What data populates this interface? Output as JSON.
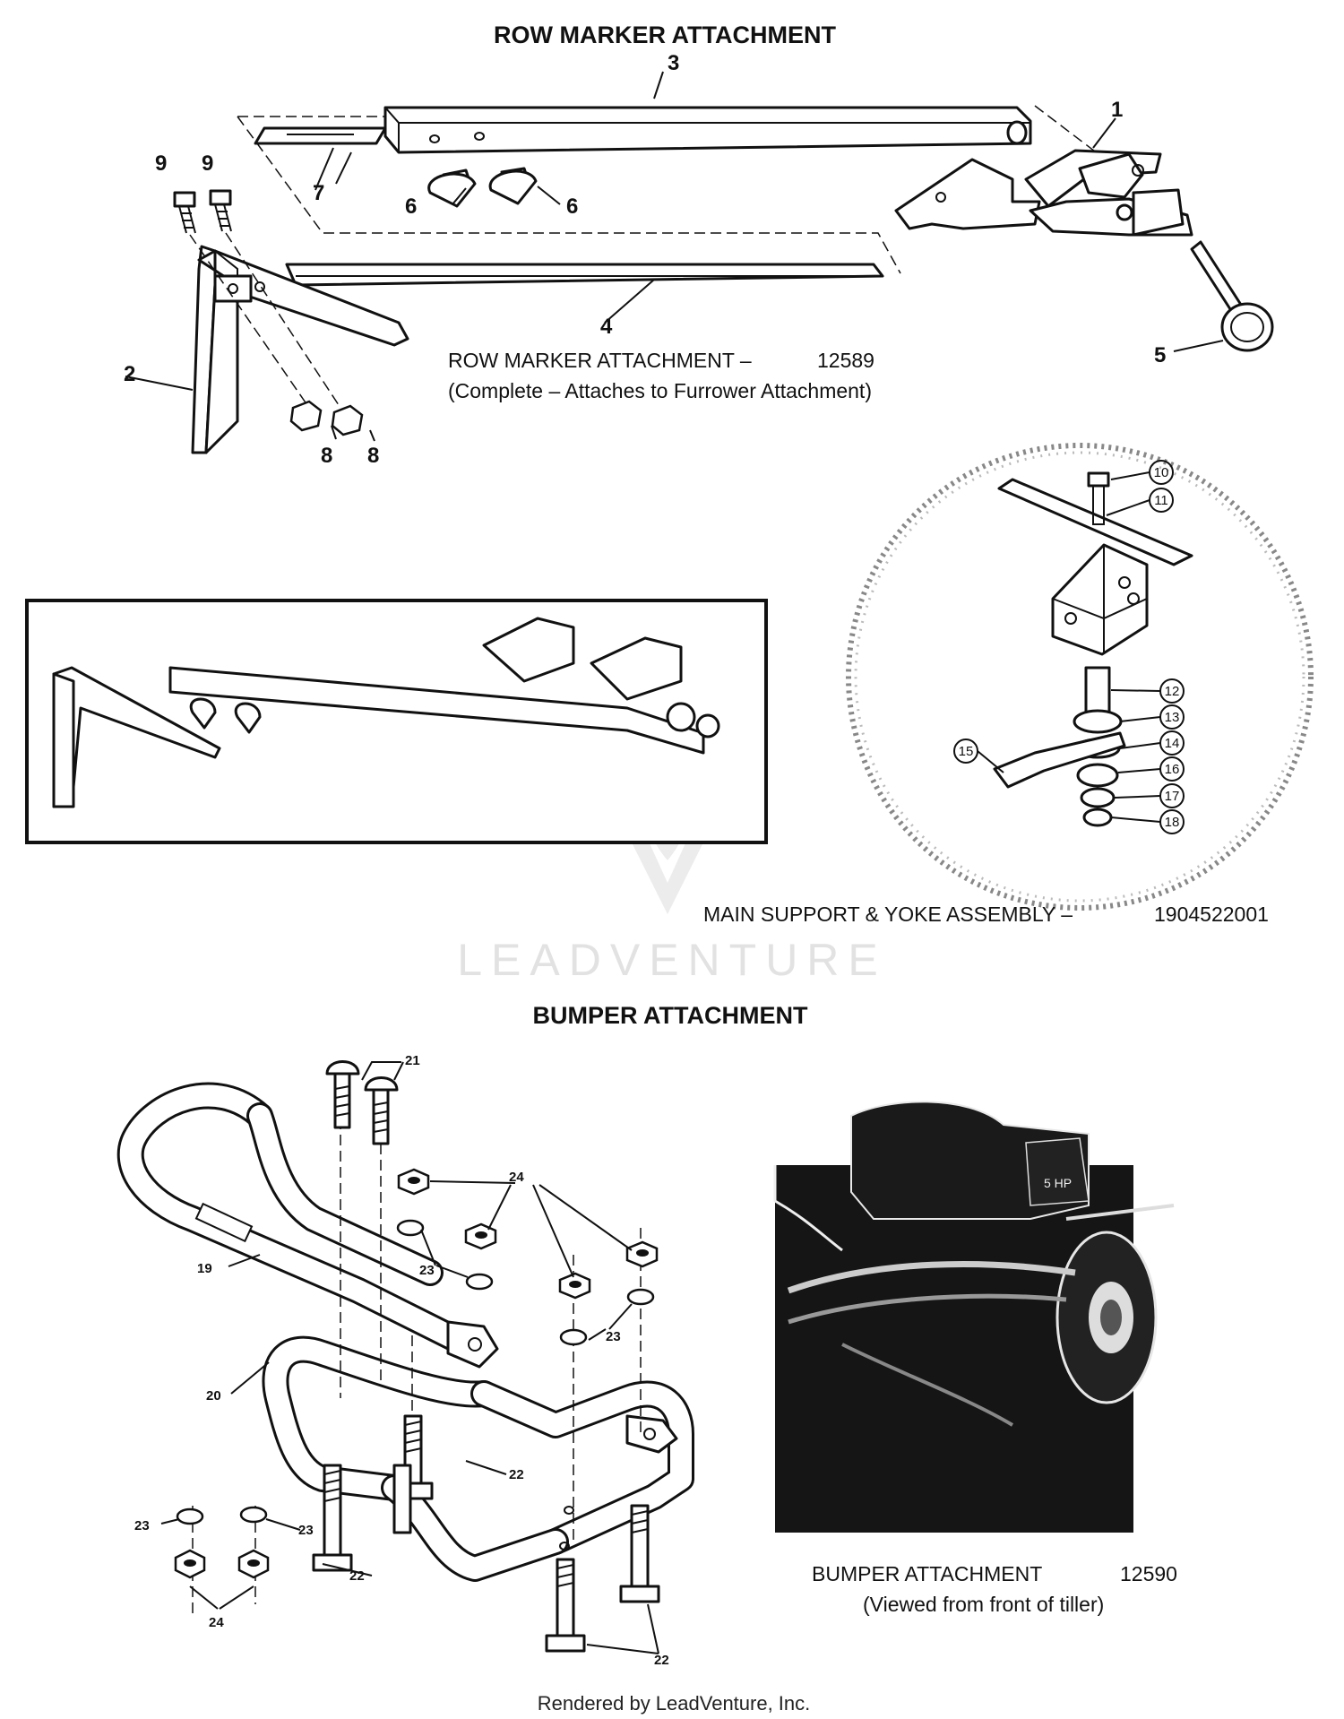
{
  "titles": {
    "row_marker": "ROW MARKER ATTACHMENT",
    "bumper": "BUMPER ATTACHMENT"
  },
  "captions": {
    "row_marker_name": "ROW MARKER ATTACHMENT –",
    "row_marker_part": "12589",
    "row_marker_note": "(Complete – Attaches to Furrower Attachment)",
    "yoke_name": "MAIN SUPPORT & YOKE ASSEMBLY –",
    "yoke_part": "1904522001",
    "bumper_name": "BUMPER ATTACHMENT",
    "bumper_part": "12590",
    "bumper_note": "(Viewed from front of tiller)"
  },
  "callouts_top": {
    "c1": "1",
    "c2": "2",
    "c3": "3",
    "c4": "4",
    "c5": "5",
    "c6a": "6",
    "c6b": "6",
    "c7": "7",
    "c8a": "8",
    "c8b": "8",
    "c9a": "9",
    "c9b": "9"
  },
  "callouts_yoke": {
    "c10": "10",
    "c11": "11",
    "c12": "12",
    "c13": "13",
    "c14": "14",
    "c15": "15",
    "c16": "16",
    "c17": "17",
    "c18": "18"
  },
  "callouts_bumper": {
    "c19": "19",
    "c20": "20",
    "c21": "21",
    "c22a": "22",
    "c22b": "22",
    "c22c": "22",
    "c23a": "23",
    "c23b": "23",
    "c23c": "23",
    "c23d": "23",
    "c24a": "24",
    "c24b": "24"
  },
  "photo": {
    "engine_badge": "5 HP"
  },
  "watermark": "LEADVENTURE",
  "footer": "Rendered by LeadVenture, Inc."
}
